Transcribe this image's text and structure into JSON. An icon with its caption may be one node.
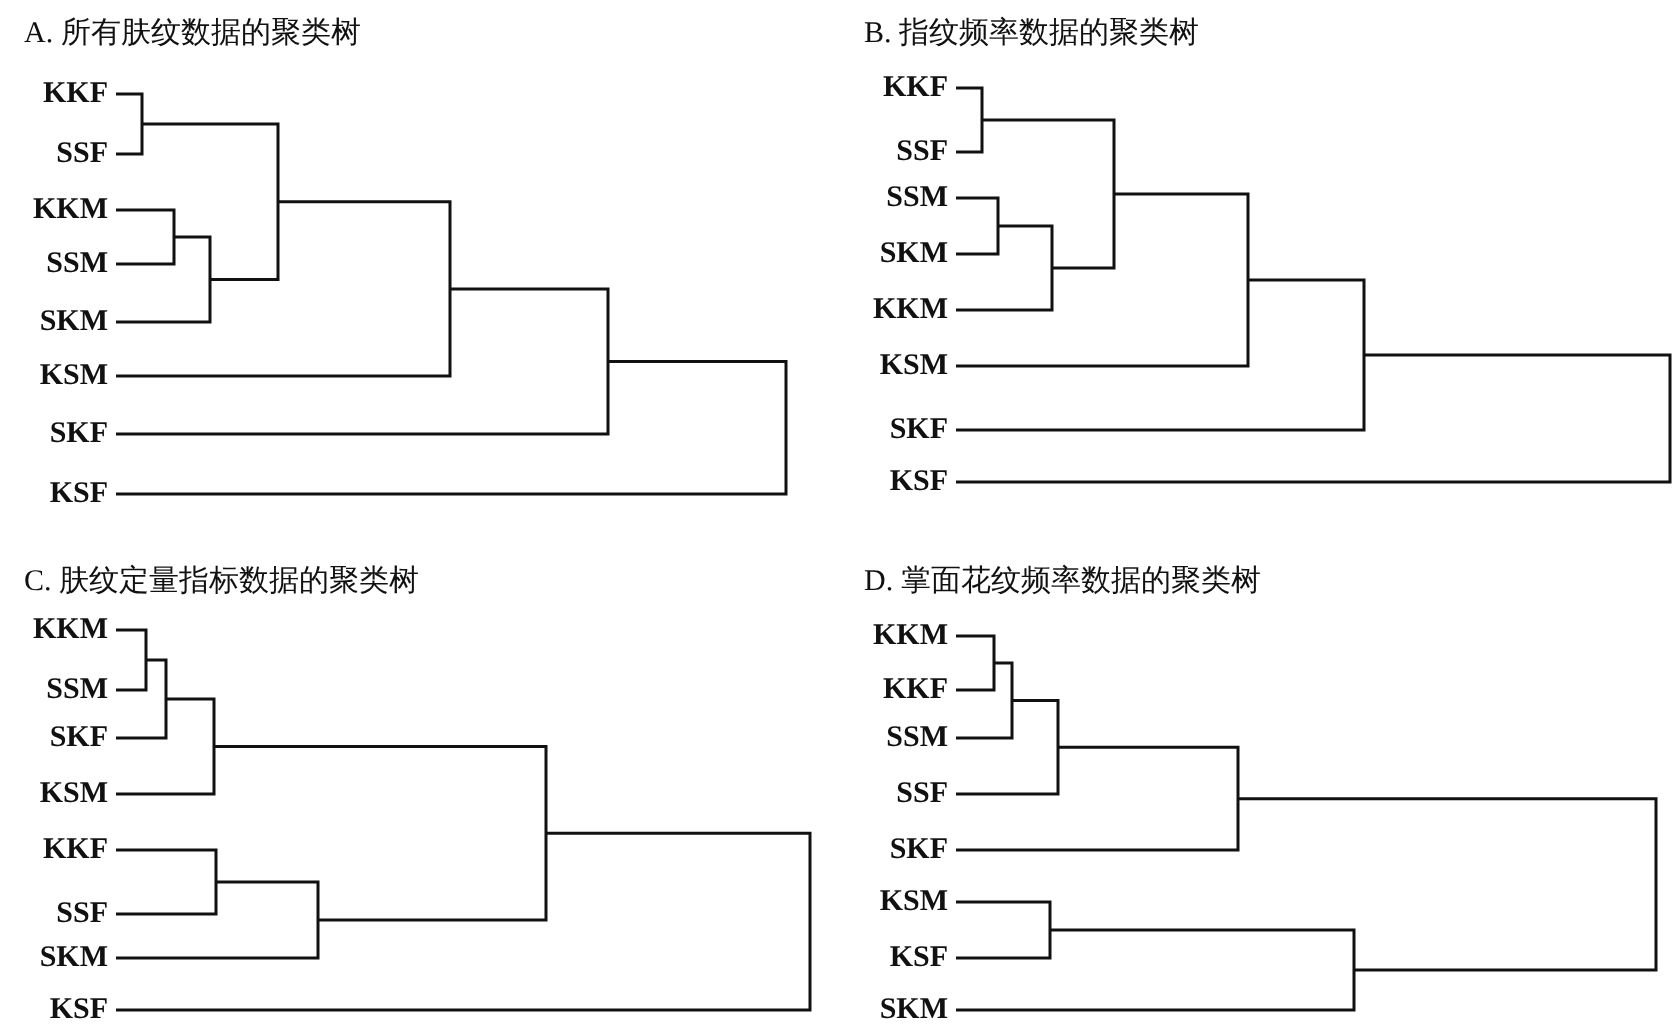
{
  "diagram": {
    "labels": [
      "A. 所有肤纹数据的聚类树",
      "KKF",
      "SSF",
      "KKM",
      "SSM",
      "SKM",
      "KSM",
      "SKF",
      "KSF",
      "B. 指纹频率数据的聚类树",
      "KKF",
      "SSF",
      "SSM",
      "SKM",
      "KKM",
      "KSM",
      "SKF",
      "KSF",
      "C. 肤纹定量指标数据的聚类树",
      "KKM",
      "SSM",
      "SKF",
      "KSM",
      "KKF",
      "SSF",
      "SKM",
      "KSF",
      "D. 掌面花纹频率数据的聚类树",
      "KKM",
      "KKF",
      "SSM",
      "SSF",
      "SKF",
      "KSM",
      "KSF",
      "SKM"
    ]
  }
}
